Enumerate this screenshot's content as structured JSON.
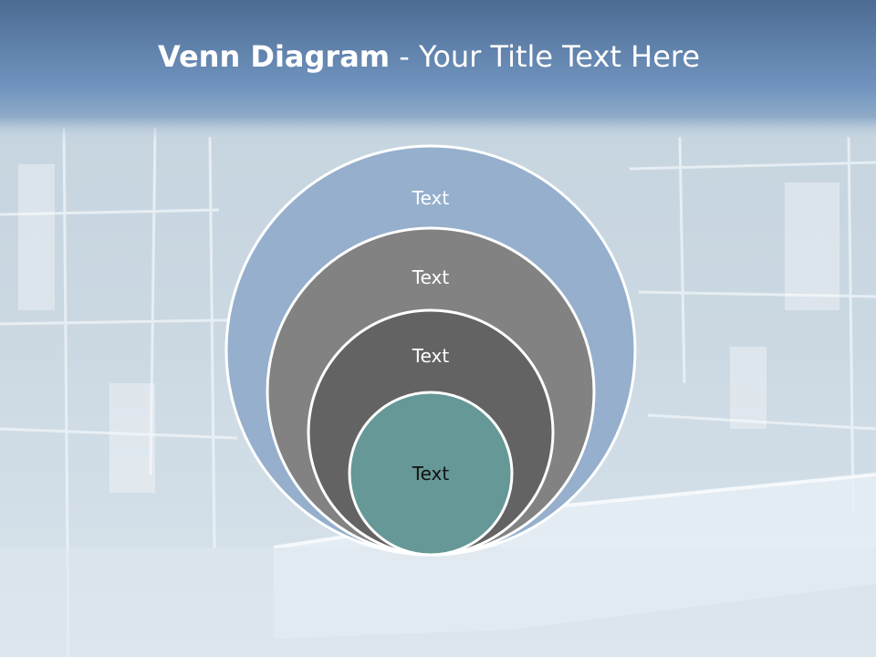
{
  "slide": {
    "title_bold": "Venn Diagram",
    "title_rest": " - Your Title Text Here"
  },
  "diagram": {
    "type": "stacked-venn",
    "circles": [
      {
        "label": "Text",
        "fill": "#95afcc",
        "text_color": "#ffffff"
      },
      {
        "label": "Text",
        "fill": "#828282",
        "text_color": "#ffffff"
      },
      {
        "label": "Text",
        "fill": "#636363",
        "text_color": "#ffffff"
      },
      {
        "label": "Text",
        "fill": "#659896",
        "text_color": "#111111"
      }
    ],
    "stroke": "#ffffff"
  },
  "colors": {
    "header_top": "#4e6d95",
    "header_bottom": "#7196c0",
    "ice_light": "#dfe8ef",
    "ice_mid": "#c2d1dd"
  }
}
